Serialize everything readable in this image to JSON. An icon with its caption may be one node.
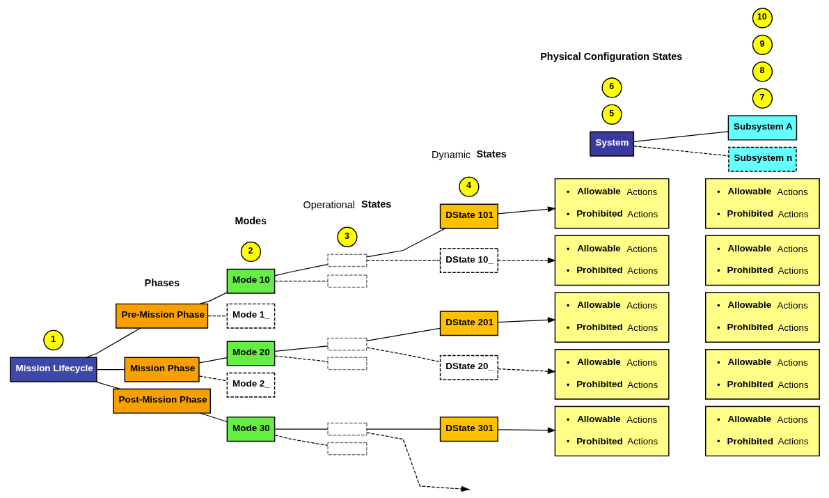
{
  "diagram": {
    "nodes": [
      {
        "text": [
          "Mission Lifecycle"
        ]
      },
      {
        "text": [
          "Pre-Mission Phase"
        ]
      },
      {
        "text": [
          "Mission Phase"
        ]
      },
      {
        "text": [
          "Post-Mission Phase"
        ]
      },
      {
        "text": [
          "Mode 10"
        ]
      },
      {
        "text": [
          "Mode 1_"
        ]
      },
      {
        "text": [
          "Mode 20"
        ]
      },
      {
        "text": [
          "Mode 2_"
        ]
      },
      {
        "text": [
          "Mode 30"
        ]
      },
      {
        "text": [],
        "shape": "box"
      },
      {
        "text": [],
        "shape": "box"
      },
      {
        "text": [],
        "shape": "box"
      },
      {
        "text": [],
        "shape": "box"
      },
      {
        "text": [],
        "shape": "box"
      },
      {
        "text": [],
        "shape": "box"
      },
      {
        "text": [
          "DState 101"
        ]
      },
      {
        "text": [
          "DState 10_"
        ]
      },
      {
        "text": [
          "DState 201"
        ]
      },
      {
        "text": [
          "DState 20_"
        ]
      },
      {
        "text": [
          "DState 301"
        ]
      },
      {
        "text": [
          "System"
        ]
      },
      {
        "text": [
          "Subsystem A"
        ]
      },
      {
        "text": [
          "Subsystem n"
        ]
      },
      {
        "text": [
          "• **Allowable** Actions",
          "• **Prohibited** Actions"
        ]
      },
      {
        "text": [
          "• **Allowable** Actions",
          "• **Prohibited** Actions"
        ]
      },
      {
        "text": [
          "• **Allowable** Actions",
          "• **Prohibited** Actions"
        ]
      },
      {
        "text": [
          "• **Allowable** Actions",
          "• **Prohibited** Actions"
        ]
      },
      {
        "text": [
          "• **Allowable** Actions",
          "• **Prohibited** Actions"
        ]
      },
      {
        "text": [
          "• **Allowable** Actions",
          "• **Prohibited** Actions"
        ]
      },
      {
        "text": [
          "• **Allowable** Actions",
          "• **Prohibited** Actions"
        ]
      },
      {
        "text": [
          "• **Allowable** Actions",
          "• **Prohibited** Actions"
        ]
      },
      {
        "text": [
          "• **Allowable** Actions",
          "• **Prohibited** Actions"
        ]
      },
      {
        "text": [
          "• **Allowable** Actions",
          "• **Prohibited** Actions"
        ]
      },
      {
        "text": [
          "1"
        ]
      },
      {
        "text": [
          "2"
        ]
      },
      {
        "text": [
          "3"
        ]
      },
      {
        "text": [
          "4"
        ]
      },
      {
        "text": [
          "5"
        ]
      },
      {
        "text": [
          "6"
        ]
      },
      {
        "text": [
          "7"
        ]
      },
      {
        "text": [
          "8"
        ]
      },
      {
        "text": [
          "9"
        ]
      },
      {
        "text": [
          "10"
        ]
      }
    ],
    "edges": [
      {
        "from": 0,
        "to": 1,
        "arrow": "none"
      },
      {
        "from": 0,
        "to": 2,
        "arrow": "none"
      },
      {
        "from": 0,
        "to": 3,
        "arrow": "none"
      },
      {
        "from": 1,
        "to": 4,
        "arrow": "none"
      },
      {
        "from": 1,
        "to": 5,
        "arrow": "none",
        "style": "dashed"
      },
      {
        "from": 2,
        "to": 6,
        "arrow": "none"
      },
      {
        "from": 2,
        "to": 7,
        "arrow": "none",
        "style": "dashed"
      },
      {
        "from": 3,
        "to": 8,
        "arrow": "none"
      },
      {
        "from": 4,
        "to": 9,
        "arrow": "none"
      },
      {
        "from": 4,
        "to": 10,
        "arrow": "none",
        "style": "dashed"
      },
      {
        "from": 6,
        "to": 11,
        "arrow": "none"
      },
      {
        "from": 6,
        "to": 12,
        "arrow": "none",
        "style": "dashed"
      },
      {
        "from": 8,
        "to": 13,
        "arrow": "none"
      },
      {
        "from": 8,
        "to": 14,
        "arrow": "none",
        "style": "dashed"
      },
      {
        "from": 9,
        "to": 15,
        "arrow": "none"
      },
      {
        "from": 9,
        "to": 16,
        "arrow": "none",
        "style": "dashed"
      },
      {
        "from": 11,
        "to": 17,
        "arrow": "none"
      },
      {
        "from": 11,
        "to": 18,
        "arrow": "none",
        "style": "dashed"
      },
      {
        "from": 13,
        "to": 19,
        "arrow": "none"
      },
      {
        "from": 13,
        "to": null,
        "arrow": "to",
        "style": "dashed"
      },
      {
        "from": 15,
        "to": 23,
        "arrow": "to"
      },
      {
        "from": 16,
        "to": 25,
        "arrow": "to",
        "style": "dashed"
      },
      {
        "from": 17,
        "to": 27,
        "arrow": "to"
      },
      {
        "from": 18,
        "to": 29,
        "arrow": "to",
        "style": "dashed"
      },
      {
        "from": 19,
        "to": 31,
        "arrow": "to"
      },
      {
        "from": 20,
        "to": 21,
        "arrow": "none"
      },
      {
        "from": 20,
        "to": 22,
        "arrow": "none",
        "style": "dashed"
      }
    ],
    "labels": [
      "Phases",
      "Modes",
      "Operational **States**",
      "Dynamic **States**",
      "Physical Configuration States"
    ]
  }
}
